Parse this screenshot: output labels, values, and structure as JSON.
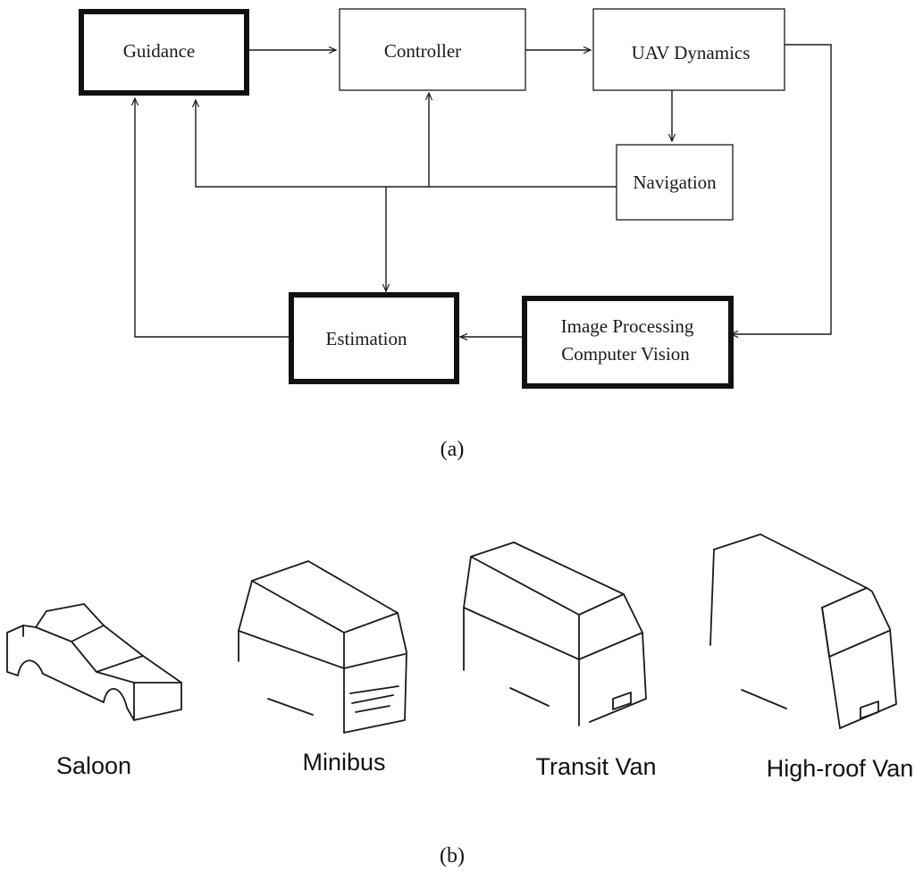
{
  "block_diagram": {
    "boxes": {
      "guidance": "Guidance",
      "controller": "Controller",
      "uav_dynamics": "UAV Dynamics",
      "navigation": "Navigation",
      "estimation": "Estimation",
      "image_processing_line1": "Image Processing",
      "image_processing_line2": "Computer Vision"
    },
    "caption": "(a)"
  },
  "vehicles": {
    "labels": {
      "saloon": "Saloon",
      "minibus": "Minibus",
      "transit_van": "Transit Van",
      "high_roof_van": "High-roof Van"
    },
    "caption": "(b)"
  }
}
